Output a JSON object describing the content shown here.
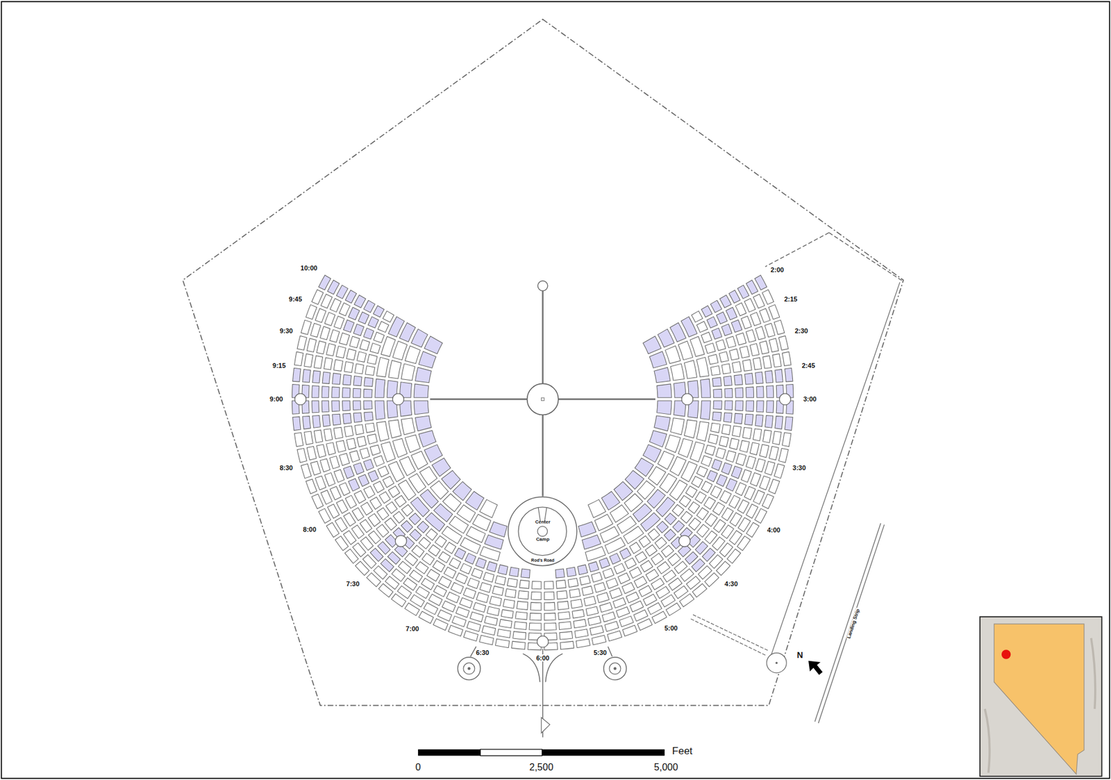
{
  "diagram": {
    "nodes": [
      {
        "text": [
          "Center",
          "Camp"
        ]
      }
    ],
    "labels": [
      "10:00",
      "9:45",
      "9:30",
      "9:15",
      "9:00",
      "8:30",
      "8:00",
      "7:30",
      "7:00",
      "6:30",
      "6:00",
      "5:30",
      "5:00",
      "4:30",
      "4:00",
      "3:30",
      "3:00",
      "2:45",
      "2:30",
      "2:15",
      "2:00",
      "Rod's Road",
      "Landing Strip",
      "N",
      "Feet",
      "0",
      "2,500",
      "5,000"
    ]
  }
}
